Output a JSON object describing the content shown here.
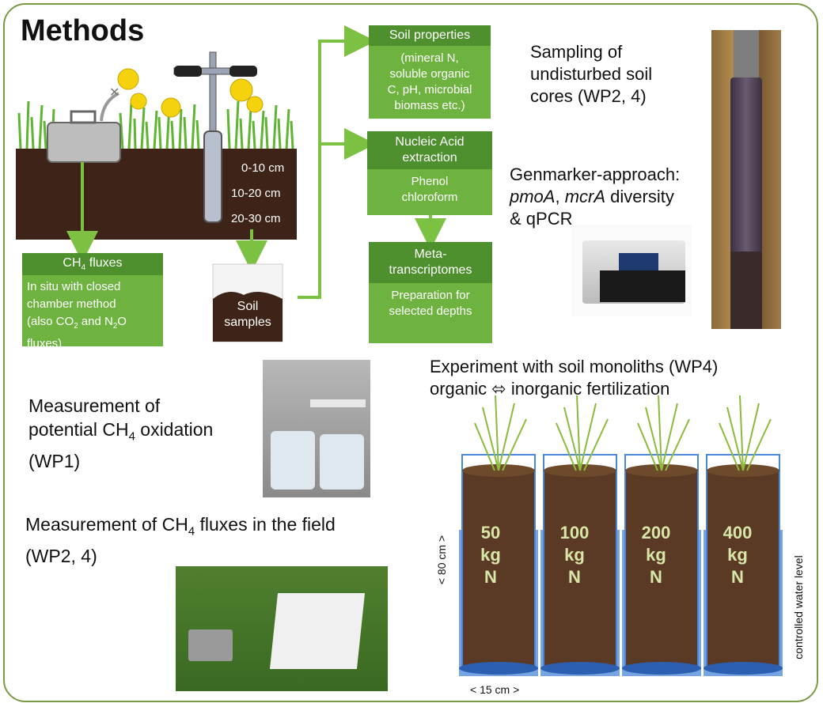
{
  "title": "Methods",
  "soil_diagram": {
    "depth_1": "0-10 cm",
    "depth_2": "10-20 cm",
    "depth_3": "20-30 cm"
  },
  "ch4_box": {
    "header_prefix": "CH",
    "header_sub": "4",
    "header_suffix": " fluxes",
    "line1": "In situ with closed",
    "line2": "chamber method",
    "line3_a": "(also CO",
    "line3_sub1": "2",
    "line3_b": " and N",
    "line3_sub2": "2",
    "line3_c": "O",
    "line4": "fluxes)"
  },
  "soil_samples": {
    "line1": "Soil",
    "line2": "samples"
  },
  "soil_properties": {
    "header": "Soil properties",
    "line1": "(mineral N,",
    "line2": "soluble organic",
    "line3": "C, pH, microbial",
    "line4": "biomass etc.)"
  },
  "nucleic": {
    "header1": "Nucleic Acid",
    "header2": "extraction",
    "line1": "Phenol",
    "line2": "chloroform"
  },
  "meta": {
    "header1": "Meta-",
    "header2": "transcriptomes",
    "line1": "Preparation for",
    "line2": "selected depths"
  },
  "sampling": {
    "line1": "Sampling of",
    "line2": "undisturbed soil",
    "line3": "cores (WP2, 4)"
  },
  "genmarker": {
    "line1": "Genmarker-approach:",
    "pmoa": "pmoA",
    "comma": ", ",
    "mcra": "mcrA",
    "diversity": " diversity",
    "line3": "& qPCR"
  },
  "experiment": {
    "line1": "Experiment with soil monoliths (WP4)",
    "line2_a": "organic ",
    "arrow": "⬄",
    "line2_b": " inorganic fertilization"
  },
  "potential": {
    "line1": "Measurement of",
    "line2_a": "potential CH",
    "line2_sub": "4",
    "line2_b": " oxidation",
    "line3": "(WP1)"
  },
  "field": {
    "line1_a": "Measurement of CH",
    "line1_sub": "4",
    "line1_b": " fluxes in the field",
    "line2": "(WP2, 4)"
  },
  "columns": [
    {
      "amount": "50",
      "unit": "kg",
      "element": "N"
    },
    {
      "amount": "100",
      "unit": "kg",
      "element": "N"
    },
    {
      "amount": "200",
      "unit": "kg",
      "element": "N"
    },
    {
      "amount": "400",
      "unit": "kg",
      "element": "N"
    }
  ],
  "dimensions": {
    "height_label": "< 80 cm >",
    "width_label": "< 15 cm >",
    "water_label": "controlled water level"
  },
  "colors": {
    "green_box": "#6eb33f",
    "green_header": "#4e8f2e",
    "arrow_green": "#7cc142",
    "soil": "#3e2418",
    "frame": "#7a9a45",
    "water": "#4a86d9",
    "flower": "#f5d20e"
  }
}
